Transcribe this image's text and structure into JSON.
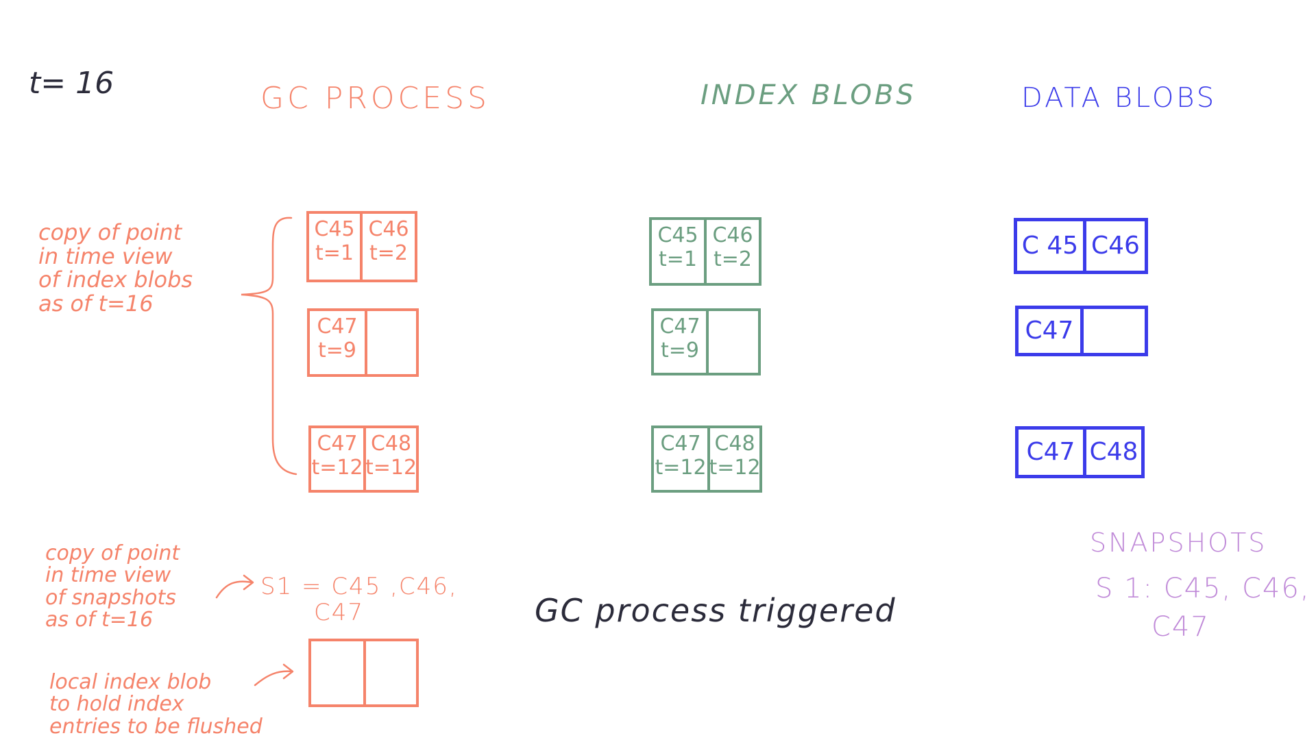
{
  "time_label": "t= 16",
  "headers": {
    "gc": "GC PROCESS",
    "index": "INDEX BLOBS",
    "data": "DATA BLOBS"
  },
  "colors": {
    "gc": "#f5836a",
    "index": "#6b9e80",
    "data": "#3b3bea",
    "snapshots": "#c08ad8",
    "ink": "#2b2b3a"
  },
  "notes": {
    "index_copy": "copy of point\nin time view\nof index blobs\nas of t=16",
    "snapshot_copy": "copy of point\nin time view\nof snapshots\nas of t=16",
    "local_blob": "local index blob\nto hold index\nentries to be flushed"
  },
  "gc_snapshot_copy": {
    "line1": "S1 = C45 ,C46,",
    "line2": "C47"
  },
  "gc_blobs": [
    {
      "left": {
        "id": "C45",
        "t": "t=1"
      },
      "right": {
        "id": "C46",
        "t": "t=2"
      }
    },
    {
      "left": {
        "id": "C47",
        "t": "t=9"
      },
      "right": {
        "id": "",
        "t": ""
      }
    },
    {
      "left": {
        "id": "C47",
        "t": "t=12"
      },
      "right": {
        "id": "C48",
        "t": "t=12"
      }
    }
  ],
  "index_blobs": [
    {
      "left": {
        "id": "C45",
        "t": "t=1"
      },
      "right": {
        "id": "C46",
        "t": "t=2"
      }
    },
    {
      "left": {
        "id": "C47",
        "t": "t=9"
      },
      "right": {
        "id": "",
        "t": ""
      }
    },
    {
      "left": {
        "id": "C47",
        "t": "t=12"
      },
      "right": {
        "id": "C48",
        "t": "t=12"
      }
    }
  ],
  "data_blobs": [
    {
      "left": "C 45",
      "right": "C46"
    },
    {
      "left": "C47",
      "right": ""
    },
    {
      "left": "C47",
      "right": "C48"
    }
  ],
  "center_caption": "GC process triggered",
  "snapshots": {
    "title": "SNAPSHOTS",
    "line1": "S 1: C45, C46,",
    "line2": "C47"
  }
}
